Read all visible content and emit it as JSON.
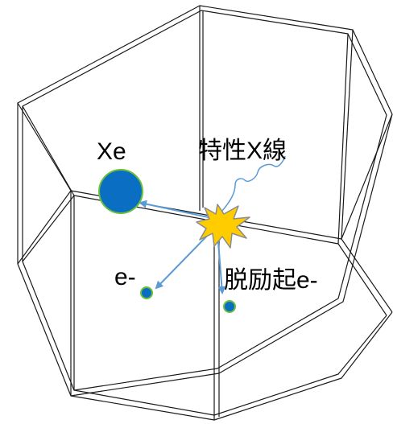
{
  "labels": {
    "xe": "Xe",
    "xray": "特性X線",
    "electron": "e-",
    "auger_electron": "脱励起e-"
  },
  "icons": {
    "event": "explosion-burst-icon",
    "xe_atom": "circle-icon",
    "electron": "circle-icon"
  },
  "colors": {
    "outline": "#1a1a1a",
    "particle_fill": "#0a6fc2",
    "particle_stroke": "#6bbf3a",
    "arrow": "#5b9bd5",
    "burst_fill": "#ffcc00",
    "burst_stroke": "#8c8c8c",
    "text": "#000000",
    "background": "#ffffff"
  }
}
